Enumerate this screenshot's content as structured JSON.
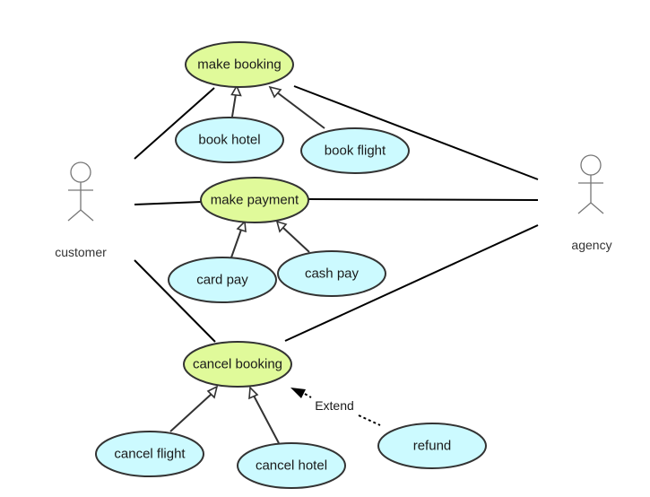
{
  "colors": {
    "primary_use_case": "#e0fa9a",
    "secondary_use_case": "#ccfaff",
    "outline": "#333333",
    "actor_stroke": "#777777"
  },
  "actors": {
    "customer": "customer",
    "agency": "agency"
  },
  "use_cases": {
    "make_booking": "make booking",
    "book_hotel": "book hotel",
    "book_flight": "book flight",
    "make_payment": "make payment",
    "card_pay": "card pay",
    "cash_pay": "cash pay",
    "cancel_booking": "cancel booking",
    "cancel_flight": "cancel flight",
    "cancel_hotel": "cancel hotel",
    "refund": "refund"
  },
  "relations": {
    "extend_label": "Extend"
  }
}
